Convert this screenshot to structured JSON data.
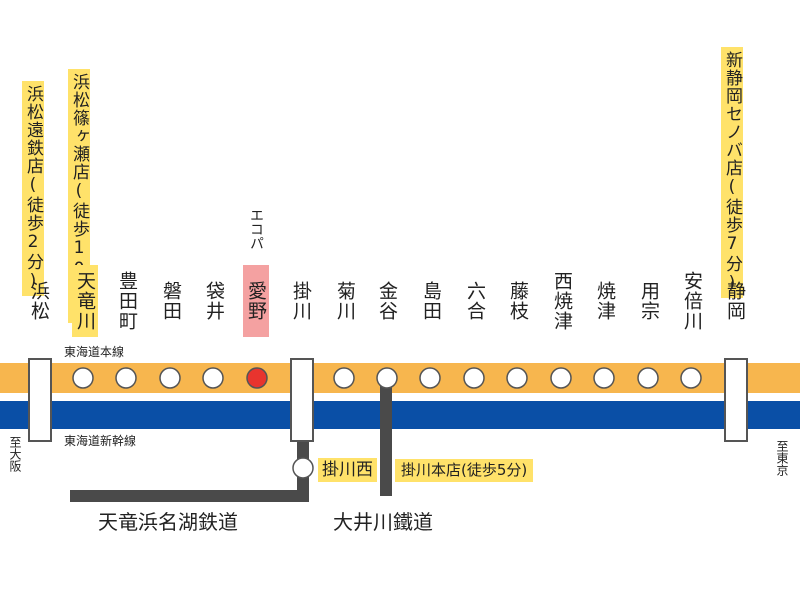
{
  "colors": {
    "tokaido_line": "#f7b64e",
    "shinkansen": "#0a4fa6",
    "branch_line": "#4a4a4a",
    "station_fill": "#ffffff",
    "highlight_station": "#e8342e",
    "tag_yellow": "#ffe26a",
    "tag_pink": "#f4a1a1"
  },
  "stores": [
    {
      "label": "浜松遠鉄店(徒歩2分)"
    },
    {
      "label": "浜松篠ヶ瀬店(徒歩10分)"
    },
    {
      "label": "新静岡セノバ店(徒歩7分)"
    }
  ],
  "stations": [
    {
      "name": "浜松",
      "type": "terminal"
    },
    {
      "name": "天竜川",
      "type": "stop",
      "tagged": true
    },
    {
      "name": "豊田町",
      "type": "stop"
    },
    {
      "name": "磐田",
      "type": "stop"
    },
    {
      "name": "袋井",
      "type": "stop"
    },
    {
      "name": "愛野",
      "type": "stop",
      "highlight": true,
      "note": "エコパ"
    },
    {
      "name": "掛川",
      "type": "terminal"
    },
    {
      "name": "菊川",
      "type": "stop"
    },
    {
      "name": "金谷",
      "type": "stop"
    },
    {
      "name": "島田",
      "type": "stop"
    },
    {
      "name": "六合",
      "type": "stop"
    },
    {
      "name": "藤枝",
      "type": "stop"
    },
    {
      "name": "西焼津",
      "type": "stop"
    },
    {
      "name": "焼津",
      "type": "stop"
    },
    {
      "name": "用宗",
      "type": "stop"
    },
    {
      "name": "安倍川",
      "type": "stop"
    },
    {
      "name": "静岡",
      "type": "terminal"
    }
  ],
  "lines": {
    "tokaido_main": "東海道本線",
    "tokaido_shinkansen": "東海道新幹線",
    "tenryu_hamanako": "天竜浜名湖鉄道",
    "oigawa": "大井川鐵道"
  },
  "destinations": {
    "west": "至大阪",
    "east": "至東京"
  },
  "kakegawa_nishi": {
    "station": "掛川西",
    "store": "掛川本店(徒歩5分)"
  }
}
